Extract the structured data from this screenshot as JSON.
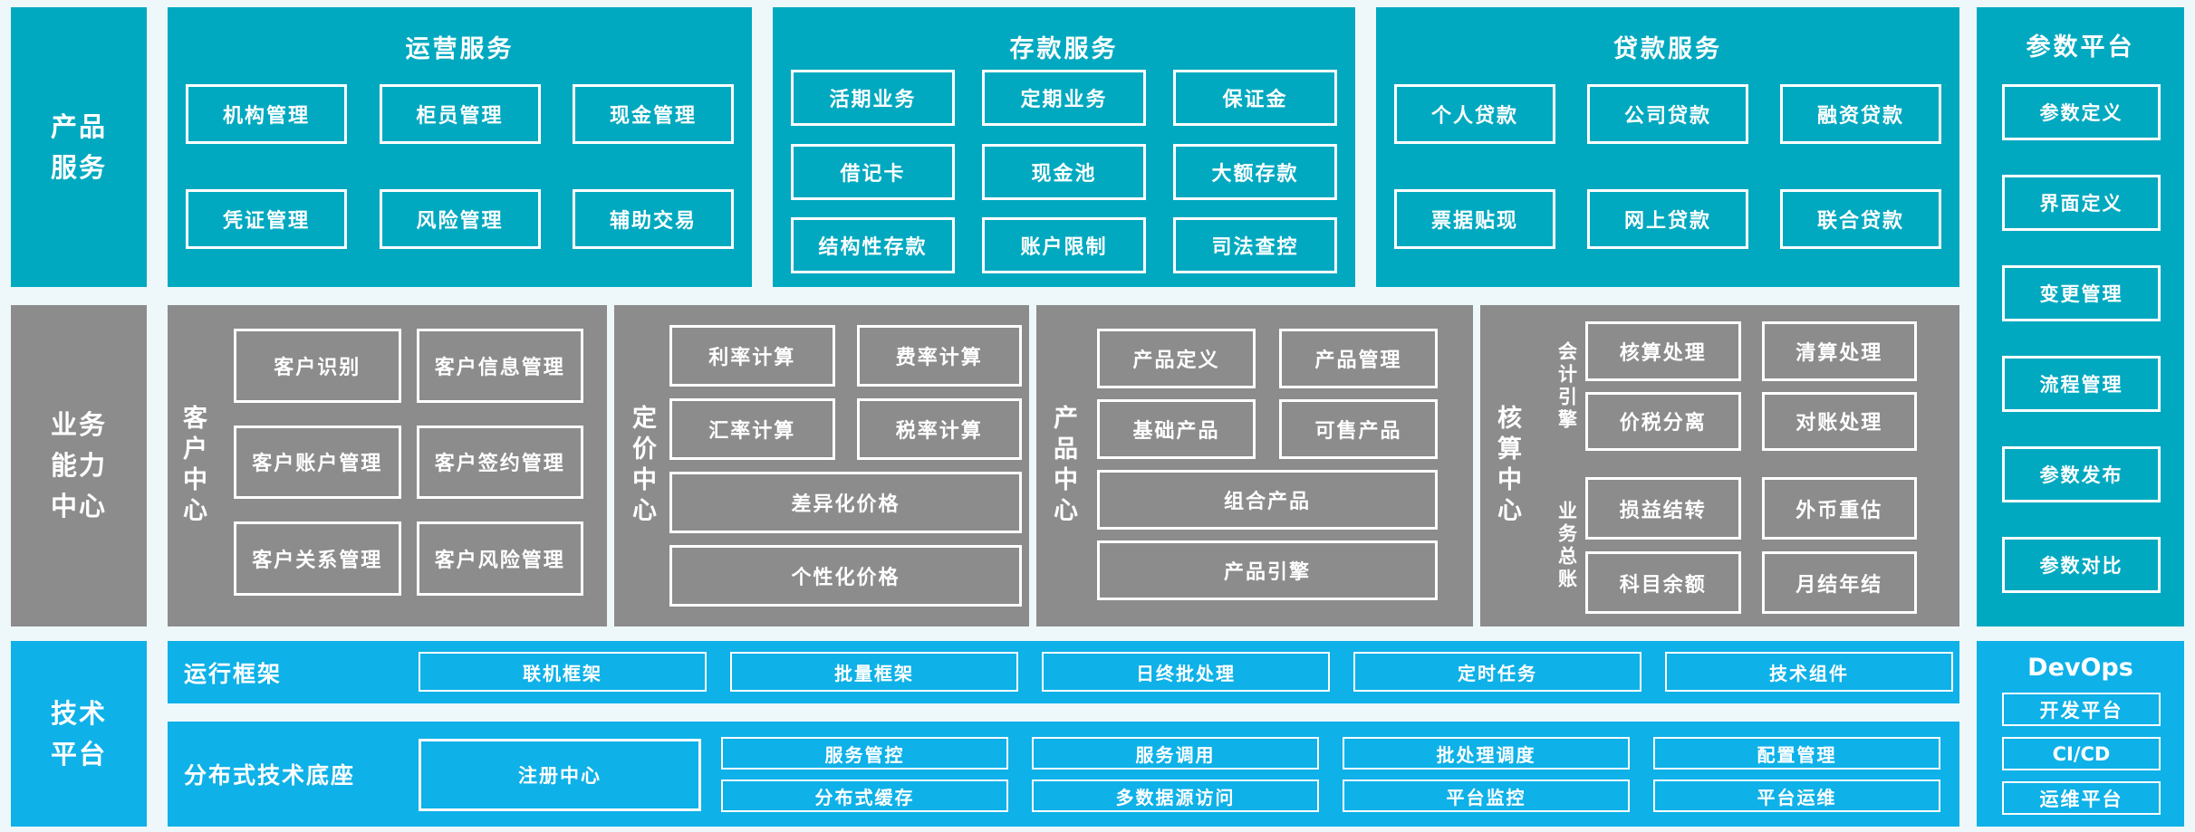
{
  "colors": {
    "teal": "#00a9c0",
    "grey": "#8c8c8c",
    "blue": "#0eb1e8",
    "background": "#eef8fb",
    "box_border": "#ffffff",
    "text": "#ffffff"
  },
  "rails": {
    "product": {
      "label": "产品\n服务"
    },
    "business": {
      "label": "业务\n能力\n中心"
    },
    "tech": {
      "label": "技术\n平台"
    }
  },
  "operations": {
    "title": "运营服务",
    "boxes": [
      "机构管理",
      "柜员管理",
      "现金管理",
      "凭证管理",
      "风险管理",
      "辅助交易"
    ]
  },
  "deposit": {
    "title": "存款服务",
    "boxes": [
      "活期业务",
      "定期业务",
      "保证金",
      "借记卡",
      "现金池",
      "大额存款",
      "结构性存款",
      "账户限制",
      "司法查控"
    ]
  },
  "loan": {
    "title": "贷款服务",
    "boxes": [
      "个人贷款",
      "公司贷款",
      "融资贷款",
      "票据贴现",
      "网上贷款",
      "联合贷款"
    ]
  },
  "parameter": {
    "title": "参数平台",
    "boxes": [
      "参数定义",
      "界面定义",
      "变更管理",
      "流程管理",
      "参数发布",
      "参数对比"
    ]
  },
  "customer": {
    "label": "客户中心",
    "boxes": [
      "客户识别",
      "客户信息管理",
      "客户账户管理",
      "客户签约管理",
      "客户关系管理",
      "客户风险管理"
    ]
  },
  "pricing": {
    "label": "定价中心",
    "boxes": [
      "利率计算",
      "费率计算",
      "汇率计算",
      "税率计算"
    ],
    "wide_boxes": [
      "差异化价格",
      "个性化价格"
    ]
  },
  "product_center": {
    "label": "产品中心",
    "boxes": [
      "产品定义",
      "产品管理",
      "基础产品",
      "可售产品"
    ],
    "wide_boxes": [
      "组合产品",
      "产品引擎"
    ]
  },
  "accounting": {
    "label": "核算中心",
    "groups": [
      {
        "label": "会计引擎",
        "boxes": [
          "核算处理",
          "清算处理",
          "价税分离",
          "对账处理"
        ]
      },
      {
        "label": "业务总账",
        "boxes": [
          "损益结转",
          "外币重估",
          "科目余额",
          "月结年结"
        ]
      }
    ]
  },
  "runtime": {
    "label": "运行框架",
    "boxes": [
      "联机框架",
      "批量框架",
      "日终批处理",
      "定时任务",
      "技术组件"
    ]
  },
  "distributed": {
    "label": "分布式技术底座",
    "registry": "注册中心",
    "boxes": [
      "服务管控",
      "服务调用",
      "批处理调度",
      "配置管理",
      "分布式缓存",
      "多数据源访问",
      "平台监控",
      "平台运维"
    ]
  },
  "devops": {
    "title": "DevOps",
    "boxes": [
      "开发平台",
      "CI/CD",
      "运维平台"
    ]
  }
}
